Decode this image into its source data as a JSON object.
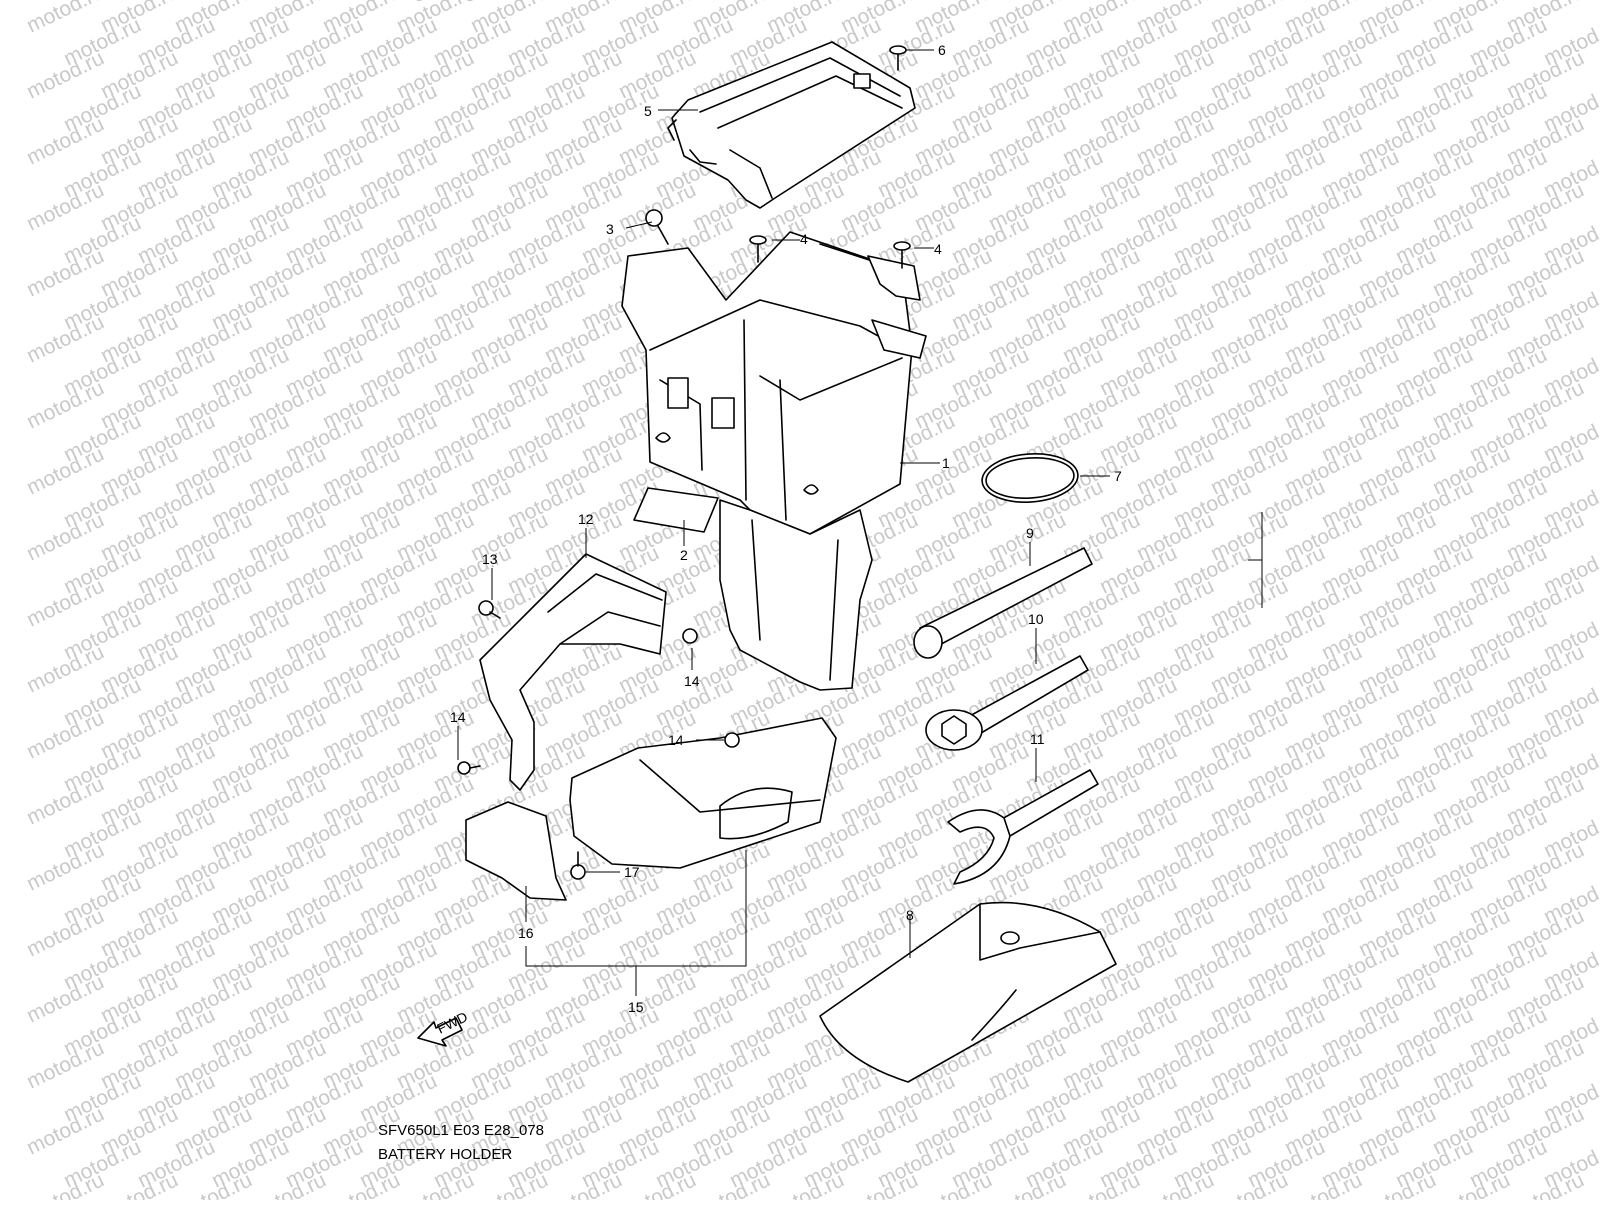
{
  "figure": {
    "title": "FIG.78",
    "code": "SFV650L1 E03 E28_078",
    "name": "BATTERY HOLDER"
  },
  "watermark": "motod.ru",
  "fwd_label": "FWD",
  "callouts": [
    "1",
    "2",
    "3",
    "4",
    "4",
    "5",
    "6",
    "7",
    "8",
    "9",
    "10",
    "11",
    "12",
    "13",
    "14",
    "14",
    "14",
    "15",
    "16",
    "17"
  ]
}
